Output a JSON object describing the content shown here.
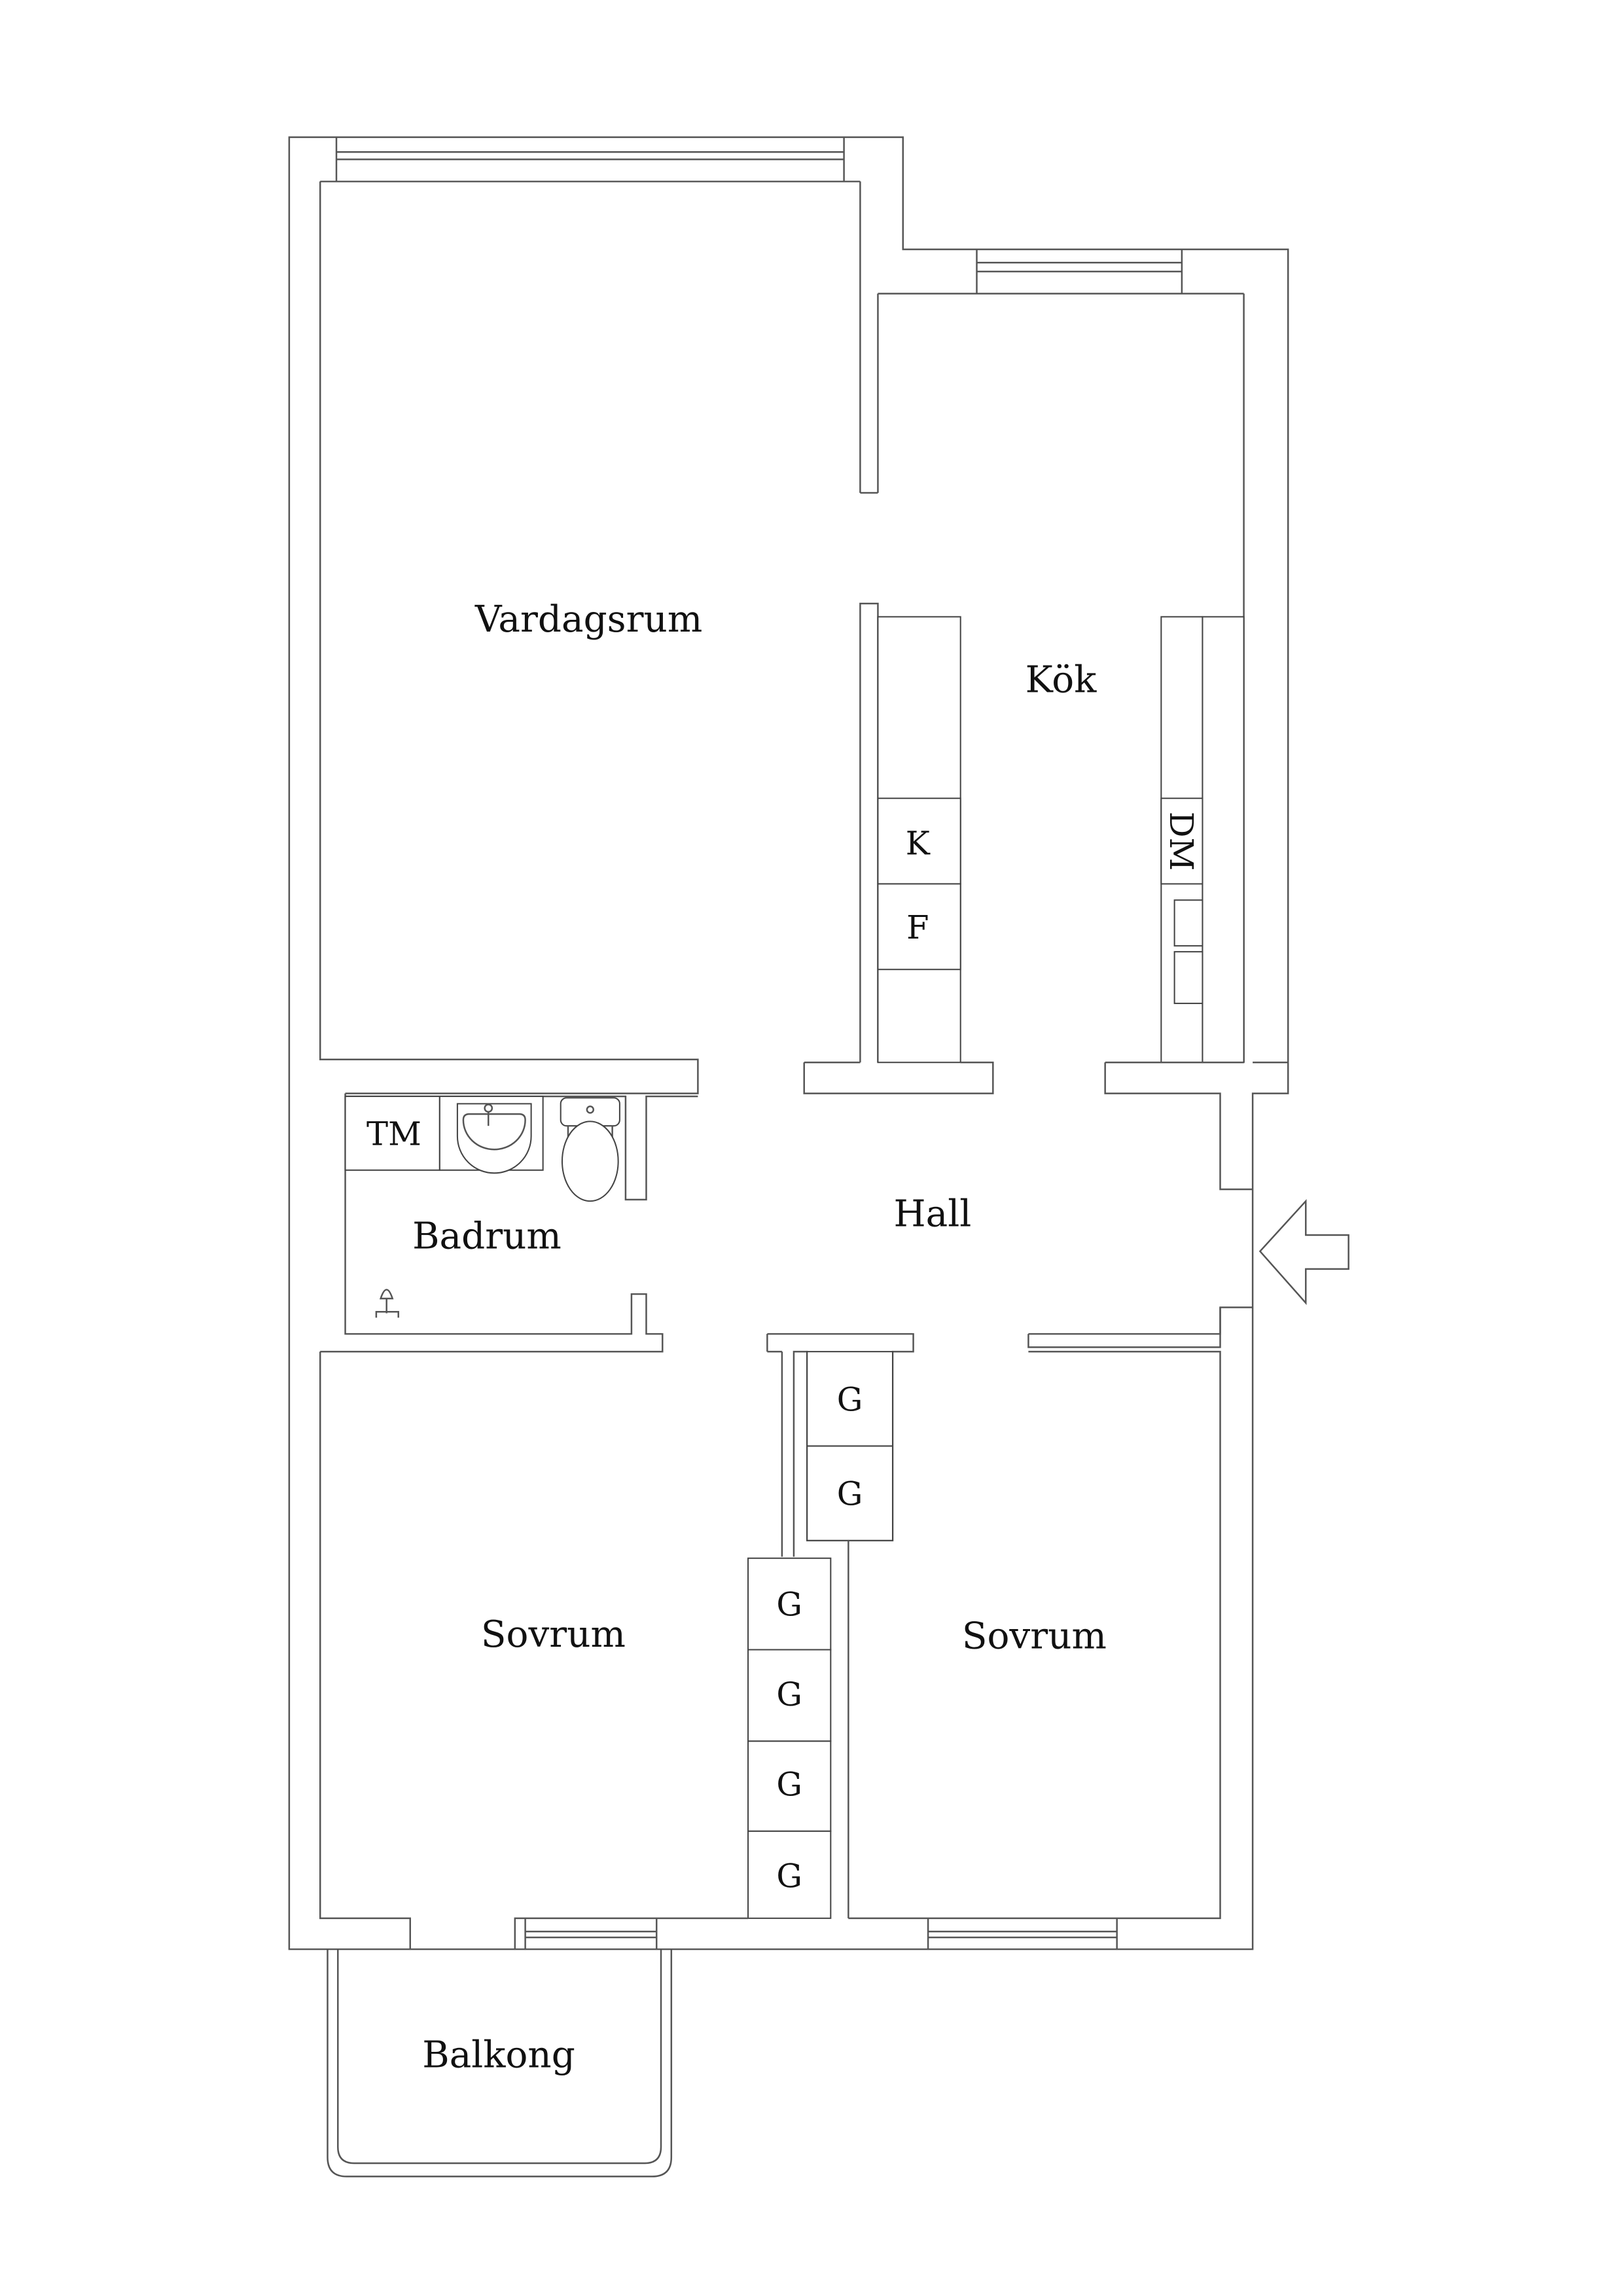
{
  "plan": {
    "rooms": [
      {
        "id": "vardagsrum",
        "label": "Vardagsrum"
      },
      {
        "id": "kok",
        "label": "Kök"
      },
      {
        "id": "badrum",
        "label": "Badrum"
      },
      {
        "id": "hall",
        "label": "Hall"
      },
      {
        "id": "sovrum-left",
        "label": "Sovrum"
      },
      {
        "id": "sovrum-right",
        "label": "Sovrum"
      },
      {
        "id": "balkong",
        "label": "Balkong"
      }
    ],
    "fixtures": {
      "kitchen_stove": "K",
      "kitchen_fridge": "F",
      "dishwasher": "DM",
      "washing_machine": "TM",
      "wardrobes": [
        "G",
        "G",
        "G",
        "G",
        "G",
        "G"
      ]
    },
    "entrance": {
      "icon": "arrow-left-icon"
    },
    "colors": {
      "line": "#555555",
      "text": "#111111",
      "background": "#ffffff"
    }
  }
}
